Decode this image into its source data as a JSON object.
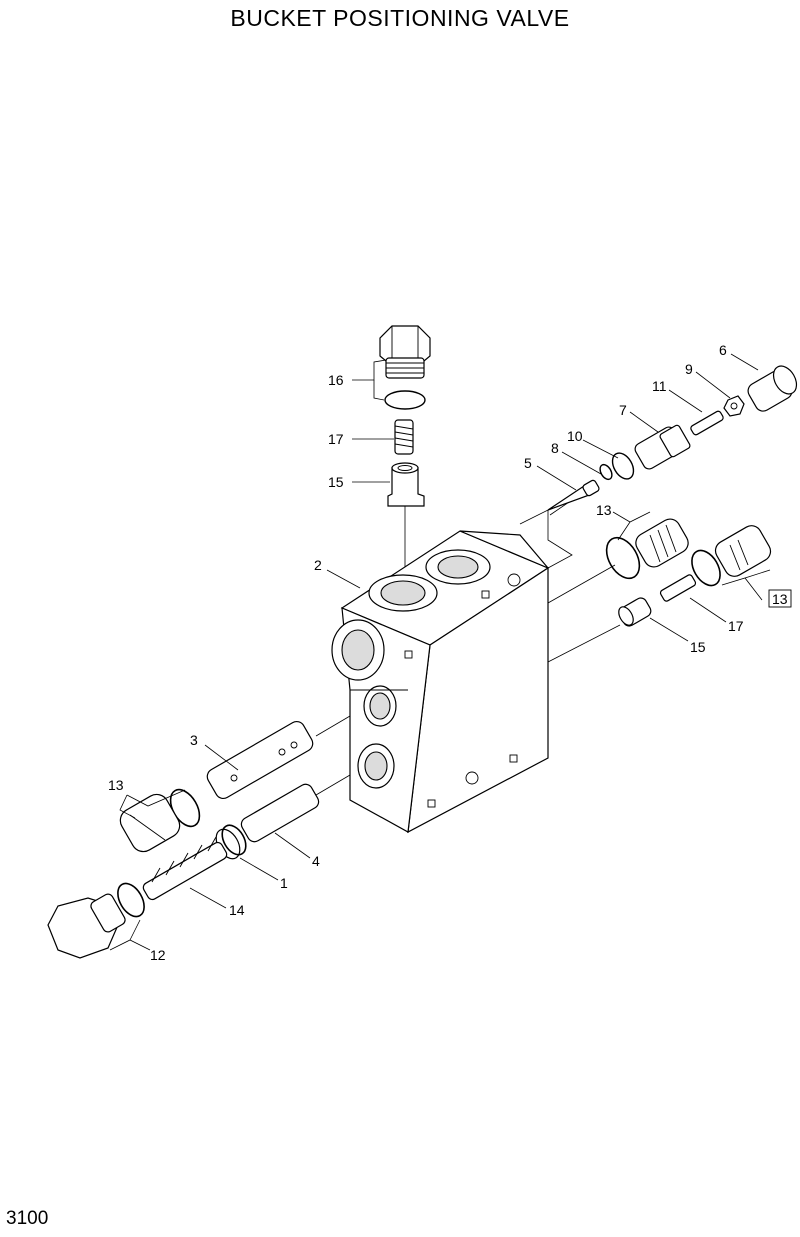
{
  "title": "BUCKET POSITIONING VALVE",
  "page_number": "3100",
  "callouts": {
    "c1": "1",
    "c2": "2",
    "c3": "3",
    "c4": "4",
    "c5": "5",
    "c6": "6",
    "c7": "7",
    "c8": "8",
    "c9": "9",
    "c10": "10",
    "c11": "11",
    "c12": "12",
    "c13_left": "13",
    "c13_top": "13",
    "c13_box": "13",
    "c14": "14",
    "c15_top": "15",
    "c15_right": "15",
    "c16": "16",
    "c17_top": "17",
    "c17_right": "17"
  }
}
